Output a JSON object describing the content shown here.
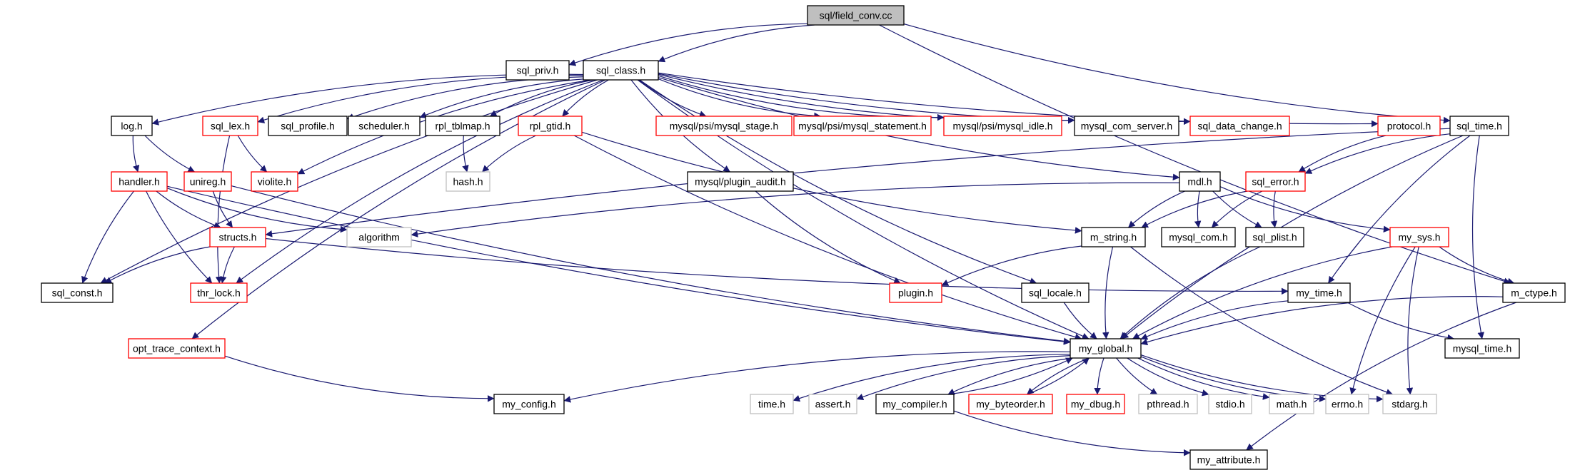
{
  "diagram": {
    "nodes": [
      {
        "id": "root",
        "label": "sql/field_conv.cc",
        "style": "root"
      },
      {
        "id": "sql_priv",
        "label": "sql_priv.h",
        "style": "normal"
      },
      {
        "id": "sql_class",
        "label": "sql_class.h",
        "style": "normal"
      },
      {
        "id": "log",
        "label": "log.h",
        "style": "normal"
      },
      {
        "id": "sql_lex",
        "label": "sql_lex.h",
        "style": "red"
      },
      {
        "id": "sql_profile",
        "label": "sql_profile.h",
        "style": "normal"
      },
      {
        "id": "scheduler",
        "label": "scheduler.h",
        "style": "normal"
      },
      {
        "id": "rpl_tblmap",
        "label": "rpl_tblmap.h",
        "style": "normal"
      },
      {
        "id": "rpl_gtid",
        "label": "rpl_gtid.h",
        "style": "red"
      },
      {
        "id": "psi_stage",
        "label": "mysql/psi/mysql_stage.h",
        "style": "red"
      },
      {
        "id": "psi_statement",
        "label": "mysql/psi/mysql_statement.h",
        "style": "red"
      },
      {
        "id": "psi_idle",
        "label": "mysql/psi/mysql_idle.h",
        "style": "red"
      },
      {
        "id": "mysql_com_server",
        "label": "mysql_com_server.h",
        "style": "normal"
      },
      {
        "id": "sql_data_change",
        "label": "sql_data_change.h",
        "style": "red"
      },
      {
        "id": "protocol",
        "label": "protocol.h",
        "style": "red"
      },
      {
        "id": "sql_time",
        "label": "sql_time.h",
        "style": "normal"
      },
      {
        "id": "handler",
        "label": "handler.h",
        "style": "red"
      },
      {
        "id": "unireg",
        "label": "unireg.h",
        "style": "red"
      },
      {
        "id": "violite",
        "label": "violite.h",
        "style": "red"
      },
      {
        "id": "hash",
        "label": "hash.h",
        "style": "gray"
      },
      {
        "id": "plugin_audit",
        "label": "mysql/plugin_audit.h",
        "style": "normal"
      },
      {
        "id": "mdl",
        "label": "mdl.h",
        "style": "normal"
      },
      {
        "id": "sql_error",
        "label": "sql_error.h",
        "style": "red"
      },
      {
        "id": "algorithm",
        "label": "algorithm",
        "style": "gray"
      },
      {
        "id": "structs",
        "label": "structs.h",
        "style": "red"
      },
      {
        "id": "m_string",
        "label": "m_string.h",
        "style": "normal"
      },
      {
        "id": "mysql_com",
        "label": "mysql_com.h",
        "style": "normal"
      },
      {
        "id": "sql_plist",
        "label": "sql_plist.h",
        "style": "normal"
      },
      {
        "id": "my_sys",
        "label": "my_sys.h",
        "style": "red"
      },
      {
        "id": "sql_const",
        "label": "sql_const.h",
        "style": "normal"
      },
      {
        "id": "thr_lock",
        "label": "thr_lock.h",
        "style": "red"
      },
      {
        "id": "plugin",
        "label": "plugin.h",
        "style": "red"
      },
      {
        "id": "sql_locale",
        "label": "sql_locale.h",
        "style": "normal"
      },
      {
        "id": "my_time",
        "label": "my_time.h",
        "style": "normal"
      },
      {
        "id": "m_ctype",
        "label": "m_ctype.h",
        "style": "normal"
      },
      {
        "id": "opt_trace_context",
        "label": "opt_trace_context.h",
        "style": "red"
      },
      {
        "id": "my_global",
        "label": "my_global.h",
        "style": "normal"
      },
      {
        "id": "mysql_time",
        "label": "mysql_time.h",
        "style": "normal"
      },
      {
        "id": "my_config",
        "label": "my_config.h",
        "style": "normal"
      },
      {
        "id": "time",
        "label": "time.h",
        "style": "gray"
      },
      {
        "id": "assert",
        "label": "assert.h",
        "style": "gray"
      },
      {
        "id": "my_compiler",
        "label": "my_compiler.h",
        "style": "normal"
      },
      {
        "id": "my_byteorder",
        "label": "my_byteorder.h",
        "style": "red"
      },
      {
        "id": "my_dbug",
        "label": "my_dbug.h",
        "style": "red"
      },
      {
        "id": "pthread",
        "label": "pthread.h",
        "style": "gray"
      },
      {
        "id": "stdio",
        "label": "stdio.h",
        "style": "gray"
      },
      {
        "id": "math",
        "label": "math.h",
        "style": "gray"
      },
      {
        "id": "errno",
        "label": "errno.h",
        "style": "gray"
      },
      {
        "id": "stdarg",
        "label": "stdarg.h",
        "style": "gray"
      },
      {
        "id": "my_attribute",
        "label": "my_attribute.h",
        "style": "normal"
      }
    ],
    "edges": [
      [
        "root",
        "sql_priv"
      ],
      [
        "root",
        "sql_class"
      ],
      [
        "root",
        "sql_time"
      ],
      [
        "root",
        "m_ctype"
      ],
      [
        "sql_class",
        "log"
      ],
      [
        "sql_class",
        "sql_lex"
      ],
      [
        "sql_class",
        "sql_profile"
      ],
      [
        "sql_class",
        "scheduler"
      ],
      [
        "sql_class",
        "rpl_tblmap"
      ],
      [
        "sql_class",
        "rpl_gtid"
      ],
      [
        "sql_class",
        "psi_stage"
      ],
      [
        "sql_class",
        "psi_statement"
      ],
      [
        "sql_class",
        "psi_idle"
      ],
      [
        "sql_class",
        "mysql_com_server"
      ],
      [
        "sql_class",
        "sql_data_change"
      ],
      [
        "sql_class",
        "protocol"
      ],
      [
        "sql_class",
        "violite"
      ],
      [
        "sql_class",
        "plugin_audit"
      ],
      [
        "sql_class",
        "mdl"
      ],
      [
        "sql_class",
        "sql_locale"
      ],
      [
        "sql_class",
        "my_global"
      ],
      [
        "sql_class",
        "sql_const"
      ],
      [
        "sql_class",
        "thr_lock"
      ],
      [
        "sql_class",
        "opt_trace_context"
      ],
      [
        "log",
        "handler"
      ],
      [
        "log",
        "unireg"
      ],
      [
        "sql_lex",
        "violite"
      ],
      [
        "sql_lex",
        "thr_lock"
      ],
      [
        "rpl_tblmap",
        "hash"
      ],
      [
        "rpl_gtid",
        "hash"
      ],
      [
        "rpl_gtid",
        "m_string"
      ],
      [
        "rpl_gtid",
        "my_global"
      ],
      [
        "protocol",
        "sql_error"
      ],
      [
        "sql_time",
        "sql_error"
      ],
      [
        "sql_time",
        "structs"
      ],
      [
        "sql_time",
        "my_time"
      ],
      [
        "sql_time",
        "mysql_time"
      ],
      [
        "sql_time",
        "my_global"
      ],
      [
        "handler",
        "structs"
      ],
      [
        "handler",
        "algorithm"
      ],
      [
        "handler",
        "sql_const"
      ],
      [
        "handler",
        "thr_lock"
      ],
      [
        "handler",
        "my_global"
      ],
      [
        "unireg",
        "structs"
      ],
      [
        "unireg",
        "my_global"
      ],
      [
        "plugin_audit",
        "plugin"
      ],
      [
        "mdl",
        "algorithm"
      ],
      [
        "mdl",
        "m_string"
      ],
      [
        "mdl",
        "mysql_com"
      ],
      [
        "mdl",
        "sql_plist"
      ],
      [
        "mdl",
        "my_sys"
      ],
      [
        "sql_error",
        "m_string"
      ],
      [
        "sql_error",
        "mysql_com"
      ],
      [
        "sql_error",
        "sql_plist"
      ],
      [
        "structs",
        "sql_const"
      ],
      [
        "structs",
        "thr_lock"
      ],
      [
        "structs",
        "my_time"
      ],
      [
        "m_string",
        "plugin"
      ],
      [
        "m_string",
        "my_global"
      ],
      [
        "m_string",
        "stdarg"
      ],
      [
        "sql_plist",
        "my_global"
      ],
      [
        "my_sys",
        "my_global"
      ],
      [
        "my_sys",
        "m_ctype"
      ],
      [
        "my_sys",
        "errno"
      ],
      [
        "my_sys",
        "stdarg"
      ],
      [
        "sql_locale",
        "my_global"
      ],
      [
        "my_time",
        "my_global"
      ],
      [
        "my_time",
        "mysql_time"
      ],
      [
        "m_ctype",
        "my_global"
      ],
      [
        "m_ctype",
        "my_attribute"
      ],
      [
        "opt_trace_context",
        "my_config"
      ],
      [
        "my_global",
        "my_config"
      ],
      [
        "my_global",
        "time"
      ],
      [
        "my_global",
        "assert"
      ],
      [
        "my_global",
        "my_compiler"
      ],
      [
        "my_global",
        "my_byteorder"
      ],
      [
        "my_global",
        "my_dbug"
      ],
      [
        "my_global",
        "pthread"
      ],
      [
        "my_global",
        "stdio"
      ],
      [
        "my_global",
        "math"
      ],
      [
        "my_global",
        "errno"
      ],
      [
        "my_global",
        "stdarg"
      ],
      [
        "my_compiler",
        "my_global"
      ],
      [
        "my_compiler",
        "my_attribute"
      ],
      [
        "my_byteorder",
        "my_global"
      ]
    ]
  }
}
